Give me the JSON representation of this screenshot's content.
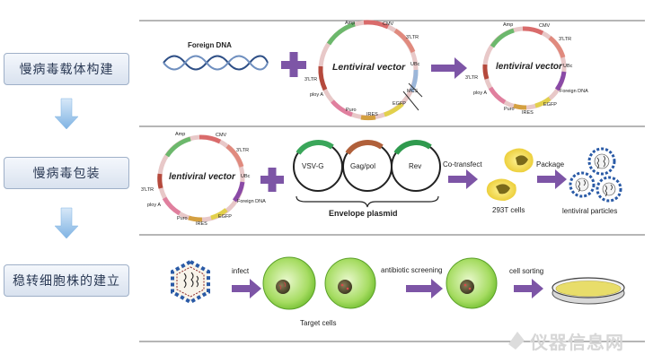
{
  "steps": [
    {
      "label": "慢病毒载体构建"
    },
    {
      "label": "慢病毒包装"
    },
    {
      "label": "稳转细胞株的建立"
    }
  ],
  "row1": {
    "foreign_dna": "Foreign DNA",
    "vector1": {
      "title": "Lentiviral vector",
      "amp": "Amp",
      "cmv": "CMV",
      "ltr3": "3'LTR",
      "ltr5": "3'LTR",
      "ubc": "UBc",
      "mcs": "MCS",
      "egfp": "EGFP",
      "ires": "IRES",
      "puro": "Puro",
      "polya": "ploy A"
    },
    "vector2": {
      "title": "lentiviral vector",
      "amp": "Amp",
      "cmv": "CMV",
      "ltr3": "3'LTR",
      "ltr5": "3'LTR",
      "ubc": "UBc",
      "foreign": "Foreign DNA",
      "egfp": "EGFP",
      "ires": "IRES",
      "puro": "Puro",
      "polya": "ploy A"
    }
  },
  "row2": {
    "vector": {
      "title": "lentiviral vector",
      "amp": "Amp",
      "cmv": "CMV",
      "ltr3": "3'LTR",
      "ltr5": "3'LTR",
      "ubc": "UBc",
      "foreign": "Foreign DNA",
      "egfp": "EGFP",
      "ires": "IRES",
      "puro": "Puro",
      "polya": "ploy A"
    },
    "plasmids": [
      "VSV-G",
      "Gag/pol",
      "Rev"
    ],
    "envelope_label": "Envelope plasmid",
    "cotransfect": "Co-transfect",
    "cells_293t": "293T cells",
    "package": "Package",
    "particles": "lentiviral particles"
  },
  "row3": {
    "infect": "infect",
    "antibiotic": "antibiotic screening",
    "sorting": "cell sorting",
    "target_cells": "Target cells"
  },
  "watermark": "仪器信息网",
  "colors": {
    "arrow": "#7d55a6",
    "step_blue": "#a9cdee",
    "cell_green": "#8fd14a",
    "dna": "#3a5a8c"
  }
}
